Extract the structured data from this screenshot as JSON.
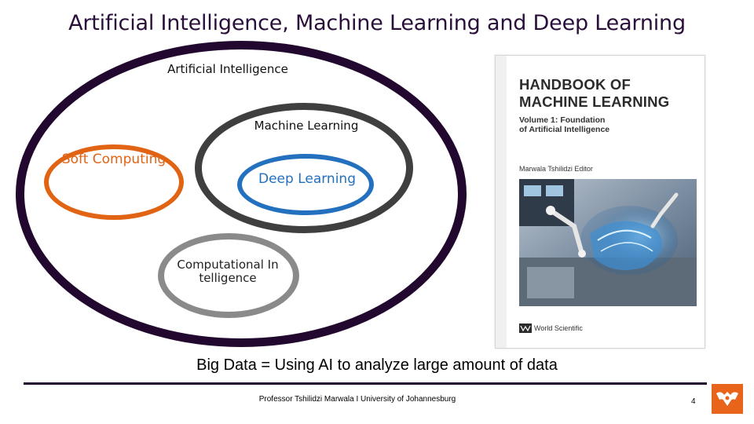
{
  "slide": {
    "title": "Artificial Intelligence, Machine Learning and Deep Learning",
    "page_number": "4",
    "footer": "Professor Tshilidzi Marwala I University of Johannesburg"
  },
  "diagram": {
    "nodes": [
      {
        "id": "ai",
        "label": "Artificial Intelligence",
        "color": "#22082e"
      },
      {
        "id": "ml",
        "label": "Machine Learning",
        "color": "#3f3f3f"
      },
      {
        "id": "sc",
        "label": "Soft Computing",
        "color": "#e06414"
      },
      {
        "id": "dl",
        "label": "Deep Learning",
        "color": "#2370be"
      },
      {
        "id": "ci",
        "label": "Computational Intelligence",
        "color": "#8a8a8a"
      }
    ]
  },
  "book": {
    "title": "HANDBOOK OF\nMACHINE LEARNING",
    "subtitle": "Volume 1: Foundation\nof Artificial Intelligence",
    "editor": "Marwala Tshilidzi Editor",
    "publisher": "World Scientific"
  },
  "caption": "Big Data = Using AI to analyze large amount of data",
  "colors": {
    "primary_dark": "#22082e",
    "accent_orange": "#e8641a",
    "blue": "#2370be"
  }
}
